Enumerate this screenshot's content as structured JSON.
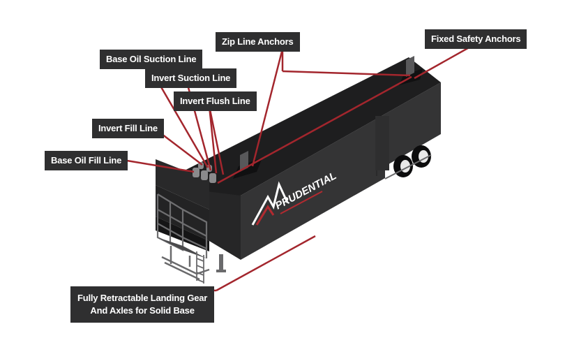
{
  "callouts": {
    "zip_line_anchors": "Zip Line Anchors",
    "fixed_safety_anchors": "Fixed Safety Anchors",
    "base_oil_suction_line": "Base Oil Suction Line",
    "invert_suction_line": "Invert Suction Line",
    "invert_flush_line": "Invert Flush Line",
    "invert_fill_line": "Invert Fill Line",
    "base_oil_fill_line": "Base Oil Fill Line",
    "landing_gear_line1": "Fully Retractable Landing Gear",
    "landing_gear_line2": "And Axles for Solid Base"
  },
  "logo": {
    "brand": "PRUDENTIAL"
  },
  "colors": {
    "callout_bg": "#2f2f30",
    "leader_line": "#a3262d",
    "trailer_body": "#2b2b2c",
    "trailer_top": "#1f1f20",
    "trailer_side": "#3a3a3b"
  }
}
